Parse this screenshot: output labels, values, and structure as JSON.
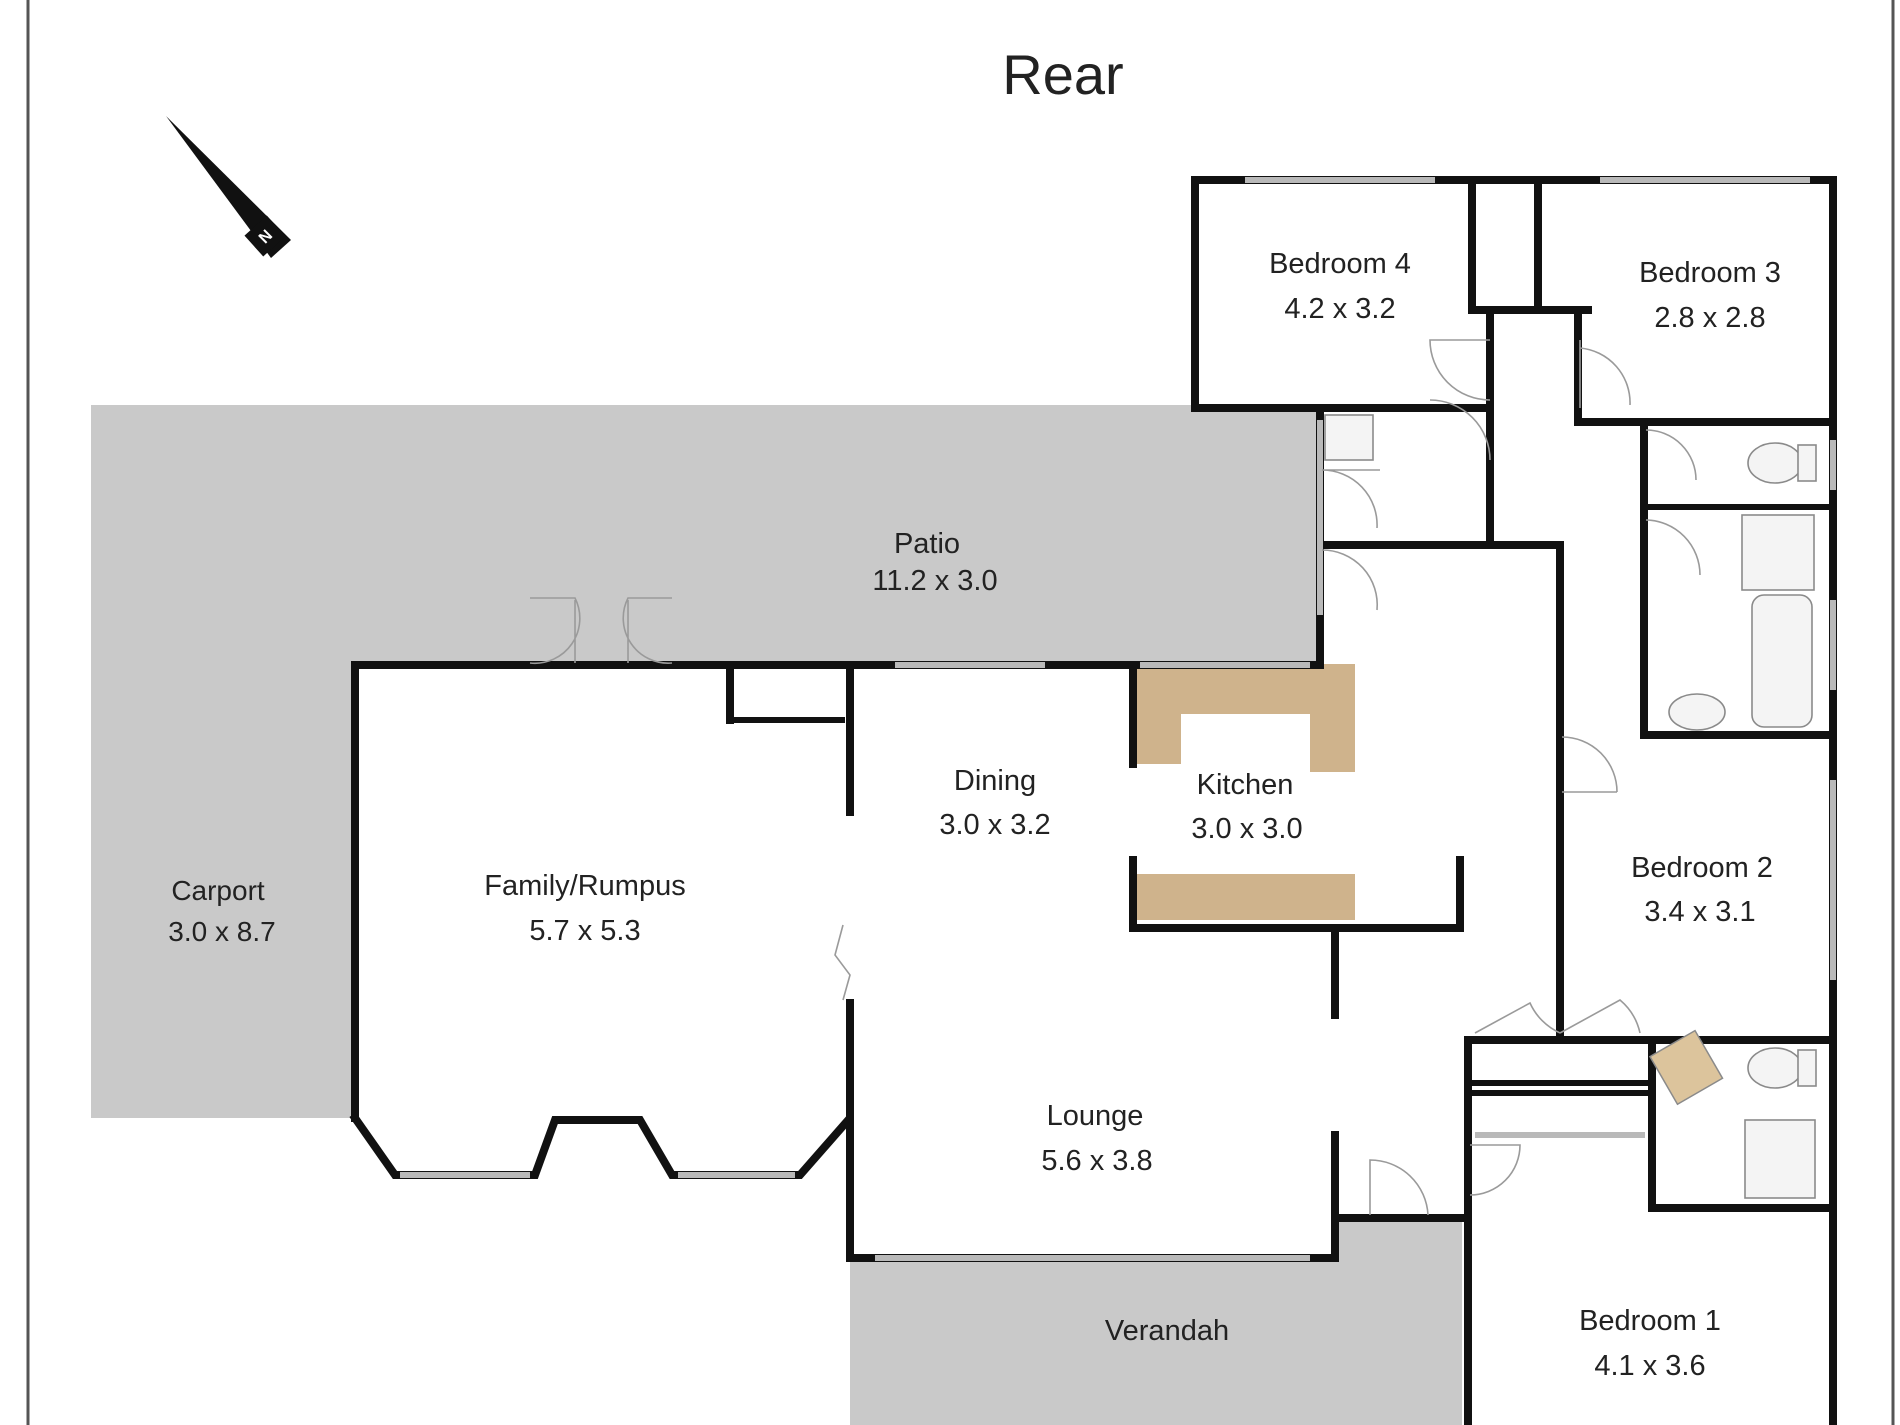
{
  "plan": {
    "orientation_label": "Rear",
    "north_arrow": {
      "icon": "north-arrow-icon",
      "letter": "N"
    },
    "colors": {
      "outdoor_area": "#c9c9c9",
      "benchtop": "#cfb38c",
      "wall": "#111111",
      "window": "#b9b9b9"
    },
    "areas": {
      "patio": {
        "name": "Patio",
        "dims": "11.2 x 3.0"
      },
      "carport": {
        "name": "Carport",
        "dims": "3.0 x 8.7"
      },
      "verandah": {
        "name": "Verandah"
      }
    },
    "rooms": {
      "bedroom4": {
        "name": "Bedroom 4",
        "dims": "4.2 x 3.2"
      },
      "bedroom3": {
        "name": "Bedroom 3",
        "dims": "2.8 x 2.8"
      },
      "bedroom2": {
        "name": "Bedroom 2",
        "dims": "3.4 x 3.1"
      },
      "bedroom1": {
        "name": "Bedroom 1",
        "dims": "4.1 x 3.6"
      },
      "dining": {
        "name": "Dining",
        "dims": "3.0 x 3.2"
      },
      "kitchen": {
        "name": "Kitchen",
        "dims": "3.0 x 3.0"
      },
      "family": {
        "name": "Family/Rumpus",
        "dims": "5.7 x 5.3"
      },
      "lounge": {
        "name": "Lounge",
        "dims": "5.6 x 3.8"
      }
    }
  }
}
